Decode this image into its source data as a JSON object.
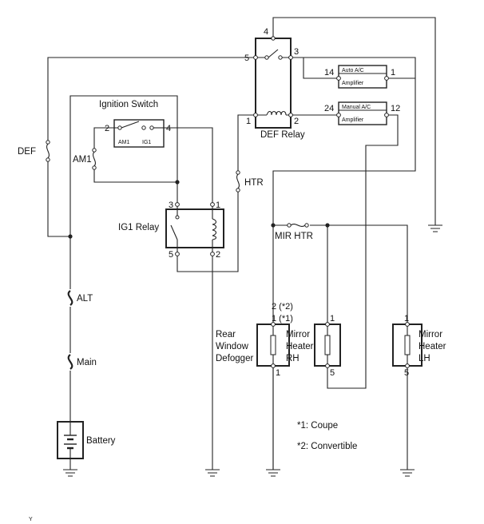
{
  "labels": {
    "ignition_switch": "Ignition Switch",
    "def_relay": "DEF Relay",
    "ig1_relay": "IG1 Relay",
    "def": "DEF",
    "am1": "AM1",
    "htr": "HTR",
    "mir_htr": "MIR HTR",
    "alt": "ALT",
    "main": "Main",
    "battery": "Battery",
    "am1_inner": "AM1",
    "ig1_inner": "IG1",
    "auto_ac": "Auto A/C",
    "manual_ac": "Manual A/C",
    "amplifier_1": "Amplifier",
    "amplifier_2": "Amplifier",
    "rear_defogger": [
      "Rear",
      "Window",
      "Defogger"
    ],
    "mirror_rh": [
      "Mirror",
      "Heater",
      "RH"
    ],
    "mirror_lh": [
      "Mirror",
      "Heater",
      "LH"
    ],
    "corner_mark": "Y"
  },
  "pins": {
    "def_relay_4": "4",
    "def_relay_5": "5",
    "def_relay_3": "3",
    "def_relay_1": "1",
    "def_relay_2": "2",
    "amp_14": "14",
    "amp_1": "1",
    "amp_24": "24",
    "amp_12": "12",
    "ign_2": "2",
    "ign_4": "4",
    "ig1_3": "3",
    "ig1_1": "1",
    "ig1_5": "5",
    "ig1_2": "2",
    "defog_top_2": "2 (*2)",
    "defog_top_1": "1 (*1)",
    "defog_bot": "1",
    "rh_top": "1",
    "rh_bot": "5",
    "lh_top": "1",
    "lh_bot": "5"
  },
  "notes": {
    "coupe": "*1: Coupe",
    "convertible": "*2: Convertible"
  }
}
